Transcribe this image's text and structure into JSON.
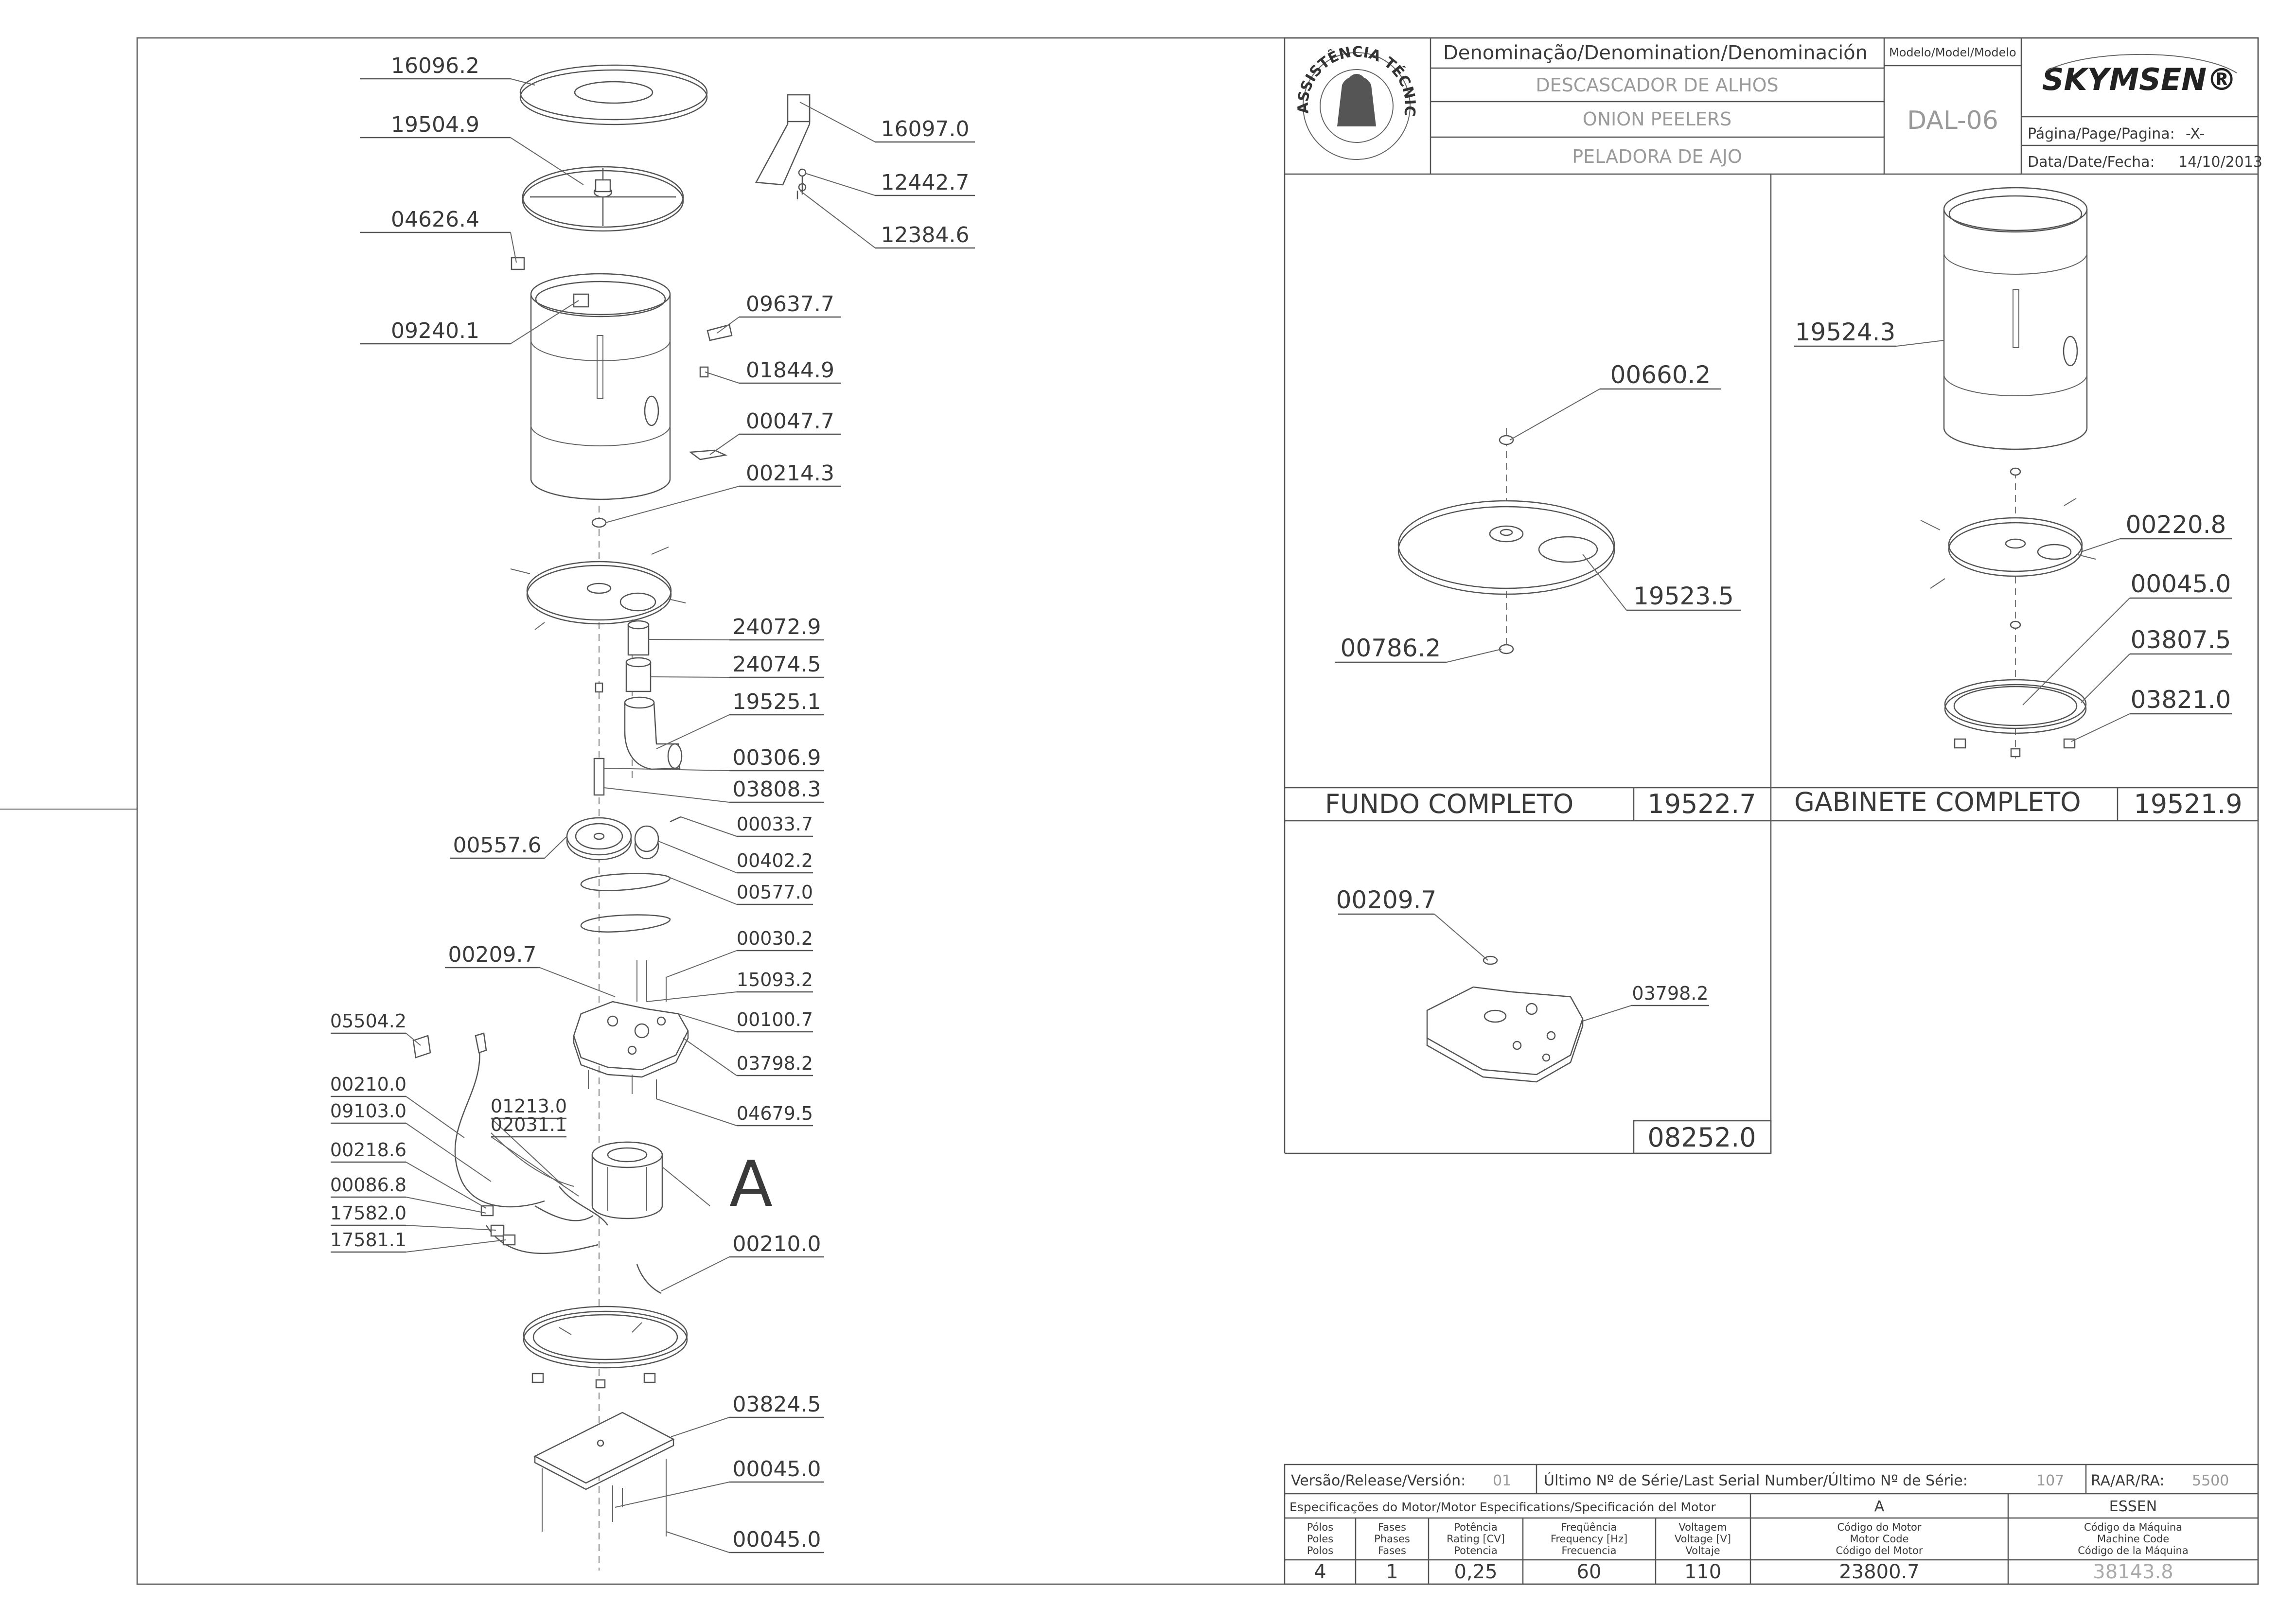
{
  "title_block": {
    "denomination_header": "Denominação/Denomination/Denominación",
    "model_header": "Modelo/Model/Modelo",
    "name_pt": "DESCASCADOR DE ALHOS",
    "name_en": "ONION PEELERS",
    "name_es": "PELADORA DE AJO",
    "model": "DAL-06",
    "brand": "SKYMSEN®",
    "page_label": "Página/Page/Pagina:",
    "page_value": "-X-",
    "date_label": "Data/Date/Fecha:",
    "date_value": "14/10/2013",
    "seal_text": "ASSISTÊNCIA TÉCNICA AUTORIZADA"
  },
  "sections": {
    "fundo_title": "FUNDO COMPLETO",
    "fundo_code": "19522.7",
    "gabinete_title": "GABINETE COMPLETO",
    "gabinete_code": "19521.9",
    "base_code": "08252.0",
    "detail_letter": "A"
  },
  "main_parts": [
    "16096.2",
    "19504.9",
    "04626.4",
    "09240.1",
    "16097.0",
    "12442.7",
    "12384.6",
    "09637.7",
    "01844.9",
    "00047.7",
    "00214.3",
    "24072.9",
    "24074.5",
    "19525.1",
    "00306.9",
    "03808.3",
    "00557.6",
    "00033.7",
    "00402.2",
    "00577.0",
    "00030.2",
    "00209.7",
    "15093.2",
    "00100.7",
    "05504.2",
    "03798.2",
    "04679.5",
    "00210.0",
    "01213.0",
    "09103.0",
    "02031.1",
    "00218.6",
    "00086.8",
    "17582.0",
    "17581.1",
    "00210.0",
    "03824.5",
    "00045.0",
    "00045.0"
  ],
  "fundo_parts": [
    "00660.2",
    "19523.5",
    "00786.2"
  ],
  "gabinete_parts": [
    "19524.3",
    "00220.8",
    "00045.0",
    "03807.5",
    "03821.0"
  ],
  "base_parts": [
    "00209.7",
    "03798.2"
  ],
  "info_table": {
    "version_label": "Versão/Release/Versión:",
    "version_value": "01",
    "serial_label": "Último Nº de Série/Last Serial Number/Último Nº de Série:",
    "serial_value": "107",
    "ra_label": "RA/AR/RA:",
    "ra_value": "5500",
    "motor_spec_label": "Especificações do Motor/Motor Especifications/Specificación del Motor",
    "motor_letter": "A",
    "machine_name": "ESSEN",
    "col_poles": [
      "Pólos",
      "Poles",
      "Polos"
    ],
    "col_phases": [
      "Fases",
      "Phases",
      "Fases"
    ],
    "col_power": [
      "Potência",
      "Rating [CV]",
      "Potencia"
    ],
    "col_freq": [
      "Freqüência",
      "Frequency [Hz]",
      "Frecuencia"
    ],
    "col_volt": [
      "Voltagem",
      "Voltage [V]",
      "Voltaje"
    ],
    "col_motor_code": [
      "Código do Motor",
      "Motor Code",
      "Código del Motor"
    ],
    "col_machine_code": [
      "Código da Máquina",
      "Machine Code",
      "Código de la Máquina"
    ],
    "poles": "4",
    "phases": "1",
    "power": "0,25",
    "frequency": "60",
    "voltage": "110",
    "motor_code": "23800.7",
    "machine_code": "38143.8"
  }
}
